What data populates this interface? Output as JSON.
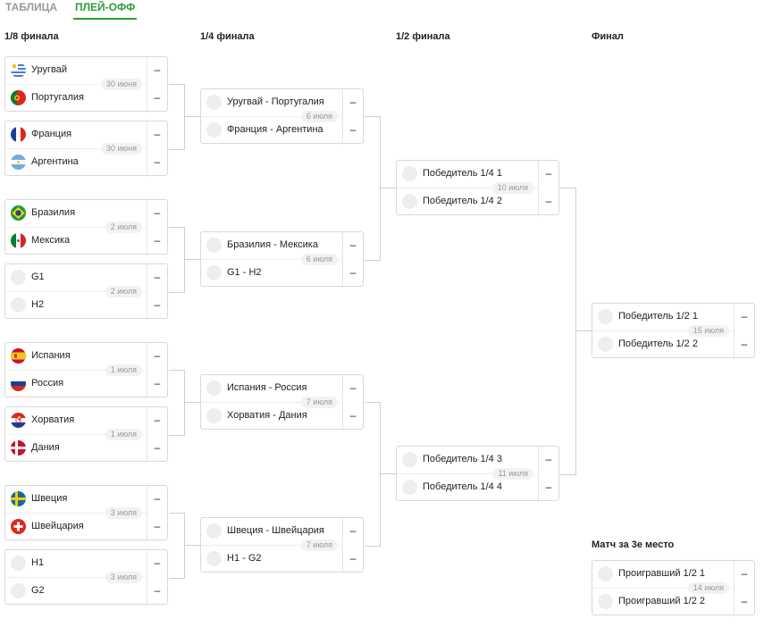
{
  "tabs": {
    "table": "ТАБЛИЦА",
    "playoff": "ПЛЕЙ-ОФФ"
  },
  "rounds": {
    "r16": "1/8 финала",
    "qf": "1/4 финала",
    "sf": "1/2 финала",
    "final": "Финал"
  },
  "third_place_title": "Матч за 3е место",
  "colors": {
    "accent": "#2e9b3a",
    "border": "#d9d9d9",
    "badge_bg": "#f2f2f2"
  },
  "matches": {
    "r16_1": {
      "date": "30 июня",
      "home": "Уругвай",
      "away": "Португалия",
      "home_score": "–",
      "away_score": "–",
      "home_icon": "flag-uruguay-icon",
      "away_icon": "flag-portugal-icon"
    },
    "r16_2": {
      "date": "30 июня",
      "home": "Франция",
      "away": "Аргентина",
      "home_score": "–",
      "away_score": "–",
      "home_icon": "flag-france-icon",
      "away_icon": "flag-argentina-icon"
    },
    "r16_3": {
      "date": "2 июля",
      "home": "Бразилия",
      "away": "Мексика",
      "home_score": "–",
      "away_score": "–",
      "home_icon": "flag-brazil-icon",
      "away_icon": "flag-mexico-icon"
    },
    "r16_4": {
      "date": "2 июля",
      "home": "G1",
      "away": "H2",
      "home_score": "–",
      "away_score": "–",
      "home_icon": "placeholder-icon",
      "away_icon": "placeholder-icon"
    },
    "r16_5": {
      "date": "1 июля",
      "home": "Испания",
      "away": "Россия",
      "home_score": "–",
      "away_score": "–",
      "home_icon": "flag-spain-icon",
      "away_icon": "flag-russia-icon"
    },
    "r16_6": {
      "date": "1 июля",
      "home": "Хорватия",
      "away": "Дания",
      "home_score": "–",
      "away_score": "–",
      "home_icon": "flag-croatia-icon",
      "away_icon": "flag-denmark-icon"
    },
    "r16_7": {
      "date": "3 июля",
      "home": "Швеция",
      "away": "Швейцария",
      "home_score": "–",
      "away_score": "–",
      "home_icon": "flag-sweden-icon",
      "away_icon": "flag-switzerland-icon"
    },
    "r16_8": {
      "date": "3 июля",
      "home": "H1",
      "away": "G2",
      "home_score": "–",
      "away_score": "–",
      "home_icon": "placeholder-icon",
      "away_icon": "placeholder-icon"
    },
    "qf_1": {
      "date": "6 июля",
      "home": "Уругвай - Португалия",
      "away": "Франция - Аргентина",
      "home_score": "–",
      "away_score": "–"
    },
    "qf_2": {
      "date": "6 июля",
      "home": "Бразилия - Мексика",
      "away": "G1 - H2",
      "home_score": "–",
      "away_score": "–"
    },
    "qf_3": {
      "date": "7 июля",
      "home": "Испания - Россия",
      "away": "Хорватия - Дания",
      "home_score": "–",
      "away_score": "–"
    },
    "qf_4": {
      "date": "7 июля",
      "home": "Швеция - Швейцария",
      "away": "H1 - G2",
      "home_score": "–",
      "away_score": "–"
    },
    "sf_1": {
      "date": "10 июля",
      "home": "Победитель 1/4 1",
      "away": "Победитель 1/4 2",
      "home_score": "–",
      "away_score": "–"
    },
    "sf_2": {
      "date": "11 июля",
      "home": "Победитель 1/4 3",
      "away": "Победитель 1/4 4",
      "home_score": "–",
      "away_score": "–"
    },
    "final": {
      "date": "15 июля",
      "home": "Победитель 1/2 1",
      "away": "Победитель 1/2 2",
      "home_score": "–",
      "away_score": "–"
    },
    "third": {
      "date": "14 июля",
      "home": "Проигравший 1/2 1",
      "away": "Проигравший 1/2 2",
      "home_score": "–",
      "away_score": "–"
    }
  }
}
